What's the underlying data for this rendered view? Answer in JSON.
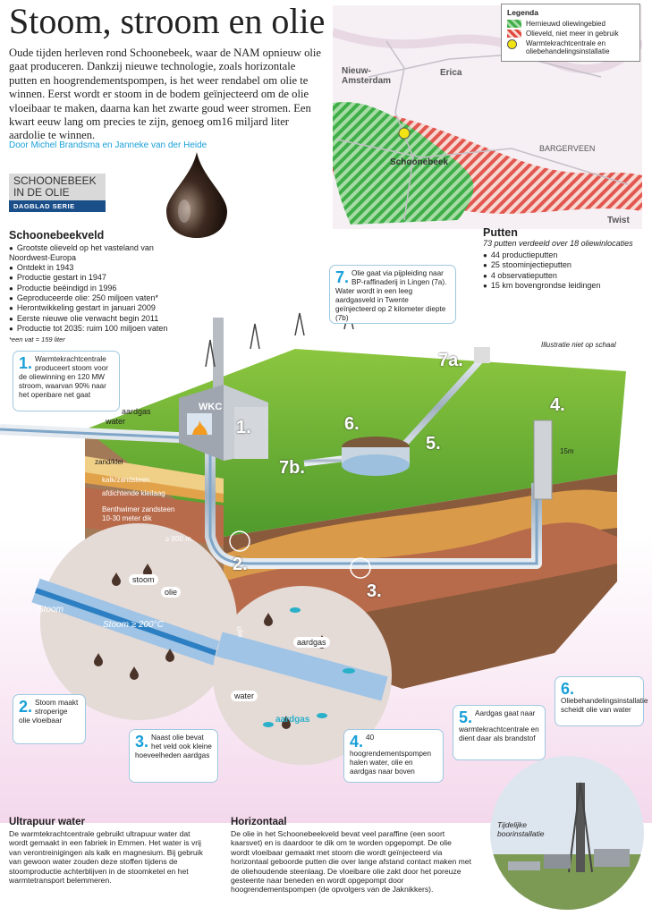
{
  "header": {
    "title": "Stoom, stroom en olie",
    "intro": "Oude tijden herleven rond Schoonebeek, waar de NAM opnieuw olie gaat produceren. Dankzij nieuwe technologie, zoals horizontale putten en hoogrendementspompen, is het weer rendabel om olie te winnen. Eerst wordt er stoom in de bodem geïnjecteerd om de olie vloeibaar te maken, daarna kan het zwarte goud weer stromen. Een kwart eeuw lang om precies te zijn, genoeg om16 miljard liter aardolie te winnen.",
    "byline": "Door Michel Brandsma en Janneke van der Heide"
  },
  "series": {
    "title": "SCHOONEBEEK IN DE OLIE",
    "subtitle": "DAGBLAD SERIE"
  },
  "field": {
    "title": "Schoonebeekveld",
    "facts": [
      "Grootste olieveld op het vasteland van Noordwest-Europa",
      "Ontdekt in 1943",
      "Productie gestart in 1947",
      "Productie beëindigd in 1996",
      "Geproduceerde olie: 250 miljoen vaten*",
      "Herontwikkeling gestart in januari 2009",
      "Eerste nieuwe olie verwacht begin 2011",
      "Productie tot 2035: ruim 100 miljoen vaten"
    ],
    "note": "*een vat = 159 liter"
  },
  "legend": {
    "title": "Legenda",
    "items": [
      {
        "label": "Hernieuwd oliewingebied",
        "color": "#3fae49"
      },
      {
        "label": "Olieveld, niet meer in gebruik",
        "color": "#e0463c"
      },
      {
        "label": "Warmtekrachtcentrale en oliebehandelingsinstallatie",
        "color": "#f2e313"
      }
    ]
  },
  "map": {
    "labels": [
      "Nieuw-Amsterdam",
      "Erica",
      "BARGERVEEN",
      "Schoonebeek",
      "Twist"
    ]
  },
  "wells": {
    "title": "Putten",
    "subtitle": "73 putten verdeeld over 18 oliewinlocaties",
    "items": [
      "44 productieputten",
      "25 stoominjectieputten",
      "4 observatieputten",
      "15 km bovengrondse leidingen"
    ]
  },
  "diagram": {
    "scale_note": "Illustratie niet op schaal",
    "labels": {
      "aardgas": "aardgas",
      "water": "water",
      "wkc": "WKC",
      "zand": "zand/klei",
      "kalk": "kalk/zandsteen",
      "klei": "afdichtende kleilaag",
      "bentheimer": "Benthwimer zandsteen 10-30 meter dik",
      "depth": "≥ 800 m.",
      "height": "15m",
      "stoom_arrow": "Stoom",
      "stoom_pipe": "Stoom ≥ 200°C",
      "stoom_bubble": "stoom",
      "olie_bubble": "olie",
      "olie2": "olie",
      "aardgas2": "aardgas",
      "water2": "water",
      "aardgas3": "aardgas"
    },
    "markers": [
      "1.",
      "2.",
      "3.",
      "4.",
      "5.",
      "6.",
      "7a.",
      "7b."
    ],
    "callouts": [
      {
        "num": "1.",
        "text": "Warmtekrachtcentrale produceert stoom voor de oliewinning en 120 MW stroom, waarvan 90% naar het openbare net gaat"
      },
      {
        "num": "7.",
        "text": "Olie gaat via pijpleiding naar BP-raffinaderij in Lingen (7a). Water wordt in een leeg aardgasveld in Twente geïnjecteerd op 2 kilometer diepte (7b)"
      },
      {
        "num": "2.",
        "text": "Stoom maakt stroperige olie vloeibaar"
      },
      {
        "num": "3.",
        "text": "Naast olie bevat het veld ook kleine hoeveelheden aardgas"
      },
      {
        "num": "4.",
        "text": "40 hoogrendementspompen halen water, olie en aardgas naar boven"
      },
      {
        "num": "5.",
        "text": "Aardgas gaat naar warmtekrachtcentrale en dient daar als brandstof"
      },
      {
        "num": "6.",
        "text": "Oliebehandelingsinstallatie scheidt olie van water"
      }
    ]
  },
  "bottom": {
    "ultrapuur_title": "Ultrapuur water",
    "ultrapuur_text": "De warmtekrachtcentrale gebruikt ultrapuur water dat wordt gemaakt in een fabriek in Emmen. Het water is vrij van verontreinigingen als kalk en magnesium. Bij gebruik van gewoon water zouden deze stoffen tijdens de stoomproductie achterblijven in de stoomketel en het warmtetransport belemmeren.",
    "horizontaal_title": "Horizontaal",
    "horizontaal_text": "De olie in het Schoonebeekveld bevat veel paraffine (een soort kaarsvet) en is daardoor te dik om te worden opgepompt. De olie wordt vloeibaar gemaakt met stoom die wordt geïnjecteerd via horizontaal geboorde putten die over lange afstand contact maken met de oliehoudende steenlaag. De vloeibare olie zakt door het poreuze gesteente naar beneden en wordt opgepompt door hoogrendementspompen (de opvolgers van de Jaknikkers).",
    "photo_caption": "Tijdelijke boorinstallatie"
  }
}
